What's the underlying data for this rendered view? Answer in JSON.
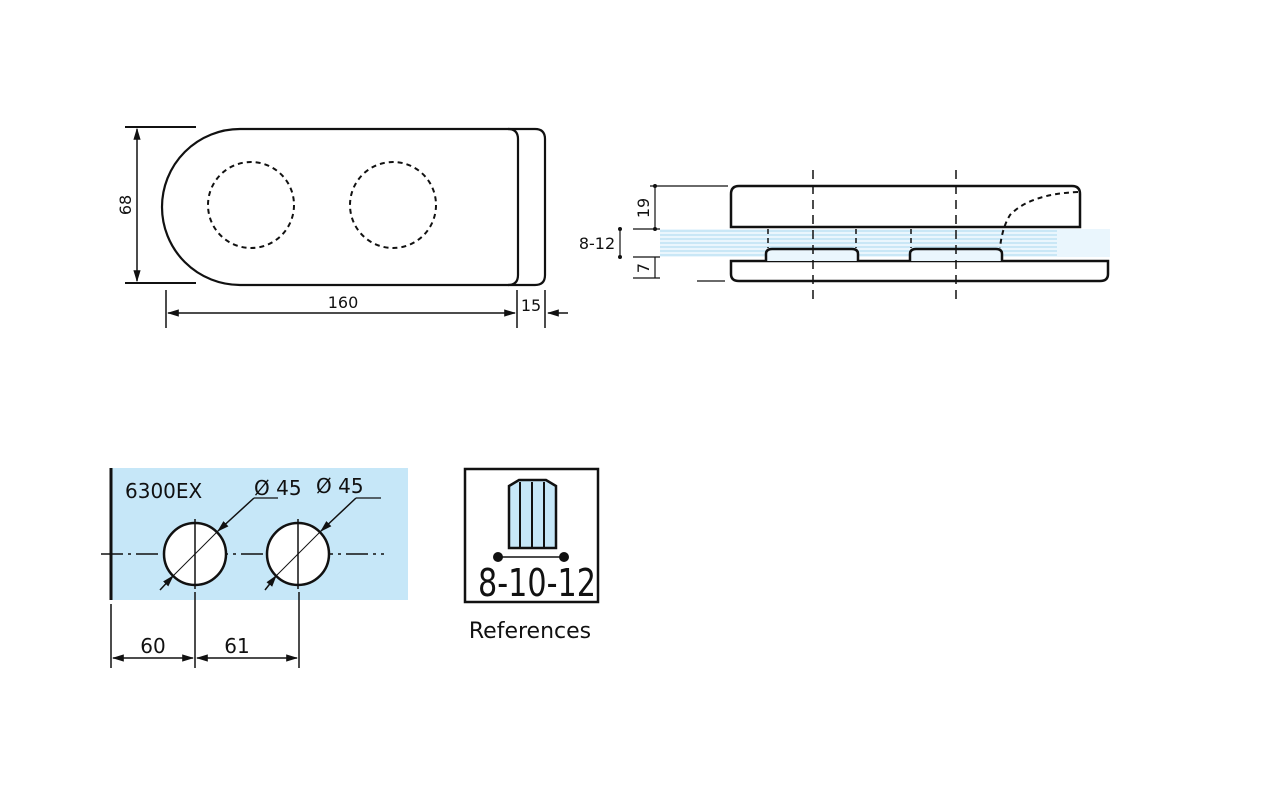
{
  "colors": {
    "line": "#111111",
    "glass": "#c6e7f8",
    "glass_lines": "#a8d8f0",
    "background": "#ffffff"
  },
  "top_view": {
    "height_dim": "68",
    "length_dim": "160",
    "thickness_dim": "15"
  },
  "side_view": {
    "top_plate_dim": "19",
    "glass_dim": "8-12",
    "bottom_plate_dim": "7"
  },
  "hole_view": {
    "model": "6300EX",
    "hole1_diameter": "Ø 45",
    "hole2_diameter": "Ø 45",
    "offset1_dim": "60",
    "offset2_dim": "61"
  },
  "reference_box": {
    "glass_range": "8-10-12",
    "label": "References"
  }
}
